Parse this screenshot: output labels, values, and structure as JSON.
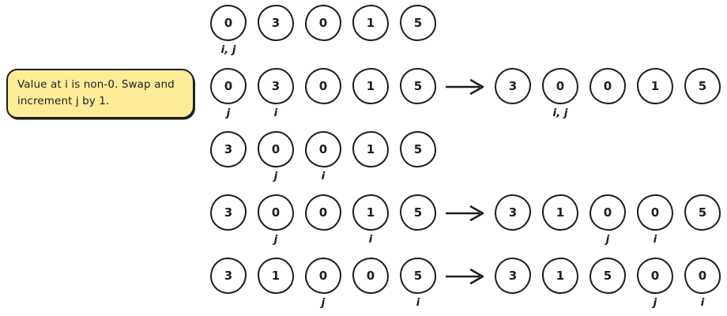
{
  "note": {
    "text": "Value at i is non-0. Swap and increment j by 1."
  },
  "colors": {
    "stroke": "#1e1e1e",
    "note_fill": "#ffec99",
    "background": "#ffffff"
  },
  "rows": [
    {
      "left": {
        "cells": [
          {
            "value": "0",
            "pointer": "i, j"
          },
          {
            "value": "3",
            "pointer": ""
          },
          {
            "value": "0",
            "pointer": ""
          },
          {
            "value": "1",
            "pointer": ""
          },
          {
            "value": "5",
            "pointer": ""
          }
        ]
      },
      "arrow": false,
      "right": null
    },
    {
      "left": {
        "cells": [
          {
            "value": "0",
            "pointer": "j"
          },
          {
            "value": "3",
            "pointer": "i"
          },
          {
            "value": "0",
            "pointer": ""
          },
          {
            "value": "1",
            "pointer": ""
          },
          {
            "value": "5",
            "pointer": ""
          }
        ]
      },
      "arrow": true,
      "right": {
        "cells": [
          {
            "value": "3",
            "pointer": ""
          },
          {
            "value": "0",
            "pointer": "i, j"
          },
          {
            "value": "0",
            "pointer": ""
          },
          {
            "value": "1",
            "pointer": ""
          },
          {
            "value": "5",
            "pointer": ""
          }
        ]
      }
    },
    {
      "left": {
        "cells": [
          {
            "value": "3",
            "pointer": ""
          },
          {
            "value": "0",
            "pointer": "j"
          },
          {
            "value": "0",
            "pointer": "i"
          },
          {
            "value": "1",
            "pointer": ""
          },
          {
            "value": "5",
            "pointer": ""
          }
        ]
      },
      "arrow": false,
      "right": null
    },
    {
      "left": {
        "cells": [
          {
            "value": "3",
            "pointer": ""
          },
          {
            "value": "0",
            "pointer": "j"
          },
          {
            "value": "0",
            "pointer": ""
          },
          {
            "value": "1",
            "pointer": "i"
          },
          {
            "value": "5",
            "pointer": ""
          }
        ]
      },
      "arrow": true,
      "right": {
        "cells": [
          {
            "value": "3",
            "pointer": ""
          },
          {
            "value": "1",
            "pointer": ""
          },
          {
            "value": "0",
            "pointer": "j"
          },
          {
            "value": "0",
            "pointer": "i"
          },
          {
            "value": "5",
            "pointer": ""
          }
        ]
      }
    },
    {
      "left": {
        "cells": [
          {
            "value": "3",
            "pointer": ""
          },
          {
            "value": "1",
            "pointer": ""
          },
          {
            "value": "0",
            "pointer": "j"
          },
          {
            "value": "0",
            "pointer": ""
          },
          {
            "value": "5",
            "pointer": "i"
          }
        ]
      },
      "arrow": true,
      "right": {
        "cells": [
          {
            "value": "3",
            "pointer": ""
          },
          {
            "value": "1",
            "pointer": ""
          },
          {
            "value": "5",
            "pointer": ""
          },
          {
            "value": "0",
            "pointer": "j"
          },
          {
            "value": "0",
            "pointer": "i"
          }
        ]
      }
    }
  ]
}
